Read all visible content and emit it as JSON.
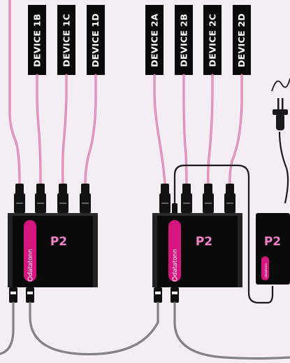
{
  "devices": [
    {
      "label": "DEVICE 1B"
    },
    {
      "label": "DEVICE 1C"
    },
    {
      "label": "DEVICE 1D"
    },
    {
      "label": "DEVICE 2A"
    },
    {
      "label": "DEVICE 2B"
    },
    {
      "label": "DEVICE 2C"
    },
    {
      "label": "DEVICE 2D"
    }
  ],
  "units": [
    {
      "model": "P2",
      "brand": "datatonn"
    },
    {
      "model": "P2",
      "brand": "datatonn"
    },
    {
      "model": "P2",
      "brand": "datatonn"
    }
  ],
  "colors": {
    "background": "#f4edf4",
    "cable_pink": "#d46aa6",
    "cable_dark": "#1a1a1a",
    "cable_grey": "#6a6a6a",
    "unit_body": "#0a0a0a",
    "accent_magenta": "#d6167e",
    "label_pink": "#f080c8"
  },
  "icons": [
    "power-plug-icon",
    "ac-wave-icon",
    "datatonn-logo-icon"
  ]
}
